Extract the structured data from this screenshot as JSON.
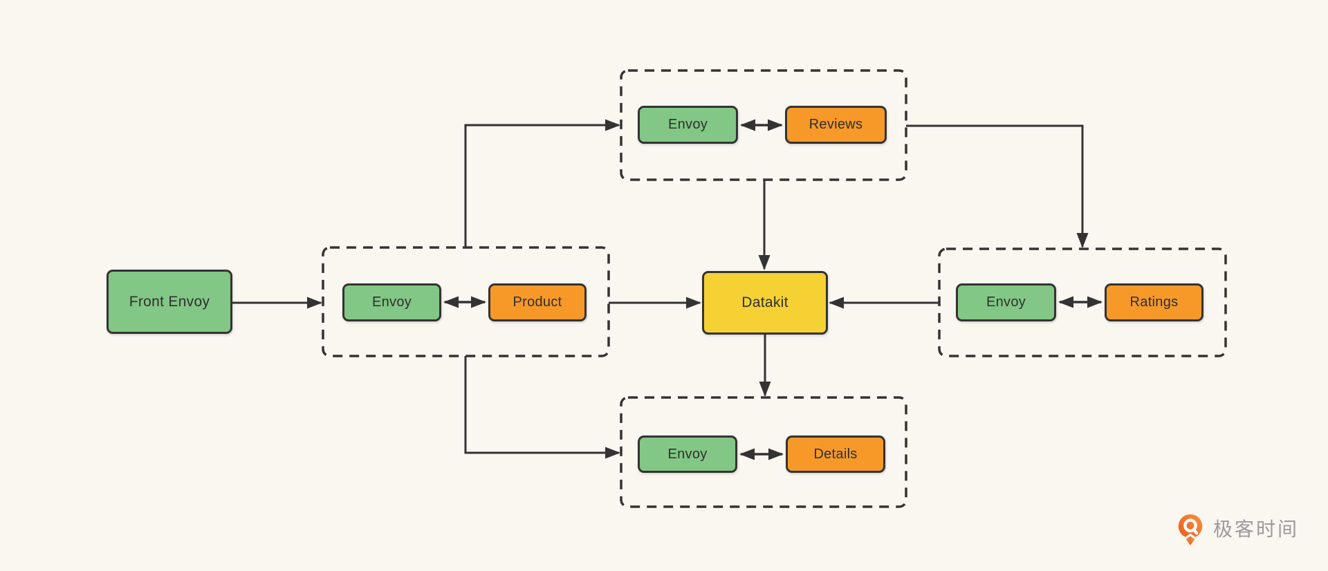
{
  "canvas": {
    "background": "#FAF6F0"
  },
  "palette": {
    "node_green": "#82C785",
    "node_orange": "#F79929",
    "node_yellow": "#F5D133",
    "stroke": "#333333",
    "text": "#2F2F2F",
    "logo_orange": "#F2681C",
    "logo_text_gray": "#9B9B9B"
  },
  "diagram": {
    "nodes": {
      "front_envoy": {
        "label": "Front Envoy"
      },
      "datakit": {
        "label": "Datakit"
      },
      "product": {
        "sidecar": "Envoy",
        "service": "Product"
      },
      "reviews": {
        "sidecar": "Envoy",
        "service": "Reviews"
      },
      "ratings": {
        "sidecar": "Envoy",
        "service": "Ratings"
      },
      "details": {
        "sidecar": "Envoy",
        "service": "Details"
      }
    },
    "connections": [
      {
        "from": "Front Envoy",
        "to": "Product group",
        "style": "arrow"
      },
      {
        "from": "Product group",
        "to": "Reviews group",
        "style": "arrow"
      },
      {
        "from": "Product group",
        "to": "Datakit",
        "style": "arrow"
      },
      {
        "from": "Product group",
        "to": "Details group",
        "style": "arrow"
      },
      {
        "from": "Reviews group",
        "to": "Ratings group",
        "style": "arrow"
      },
      {
        "from": "Reviews group",
        "to": "Datakit",
        "style": "arrow"
      },
      {
        "from": "Ratings group",
        "to": "Datakit",
        "style": "arrow"
      },
      {
        "from": "Datakit",
        "to": "Details group",
        "style": "arrow"
      },
      {
        "from": "Envoy",
        "to": "Product",
        "style": "bidirectional"
      },
      {
        "from": "Envoy",
        "to": "Reviews",
        "style": "bidirectional"
      },
      {
        "from": "Envoy",
        "to": "Ratings",
        "style": "bidirectional"
      },
      {
        "from": "Envoy",
        "to": "Details",
        "style": "bidirectional"
      }
    ]
  },
  "logo": {
    "text": "极客时间"
  }
}
